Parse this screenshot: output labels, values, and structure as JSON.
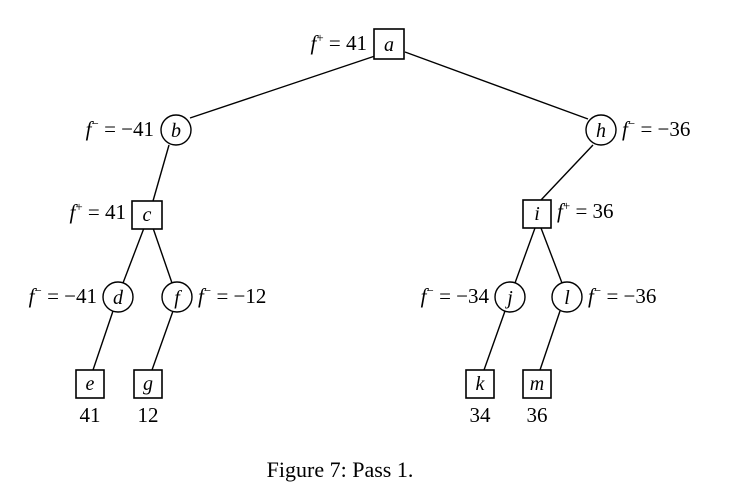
{
  "caption": "Figure 7: Pass 1.",
  "nodes": {
    "a": {
      "label": "a",
      "shape": "square",
      "annotation": {
        "f": "f",
        "sup": "+",
        "rest": " = 41"
      }
    },
    "b": {
      "label": "b",
      "shape": "circle",
      "annotation": {
        "f": "f",
        "sup": "−",
        "rest": " = −41"
      }
    },
    "c": {
      "label": "c",
      "shape": "square",
      "annotation": {
        "f": "f",
        "sup": "+",
        "rest": " = 41"
      }
    },
    "d": {
      "label": "d",
      "shape": "circle",
      "annotation": {
        "f": "f",
        "sup": "−",
        "rest": " = −41"
      }
    },
    "f": {
      "label": "f",
      "shape": "circle",
      "annotation": {
        "f": "f",
        "sup": "−",
        "rest": " = −12"
      }
    },
    "e": {
      "label": "e",
      "shape": "square",
      "value": "41"
    },
    "g": {
      "label": "g",
      "shape": "square",
      "value": "12"
    },
    "h": {
      "label": "h",
      "shape": "circle",
      "annotation": {
        "f": "f",
        "sup": "−",
        "rest": " = −36"
      }
    },
    "i": {
      "label": "i",
      "shape": "square",
      "annotation": {
        "f": "f",
        "sup": "+",
        "rest": " = 36"
      }
    },
    "j": {
      "label": "j",
      "shape": "circle",
      "annotation": {
        "f": "f",
        "sup": "−",
        "rest": " = −34"
      }
    },
    "l": {
      "label": "l",
      "shape": "circle",
      "annotation": {
        "f": "f",
        "sup": "−",
        "rest": " = −36"
      }
    },
    "k": {
      "label": "k",
      "shape": "square",
      "value": "34"
    },
    "m": {
      "label": "m",
      "shape": "square",
      "value": "36"
    }
  },
  "edges": [
    [
      "a",
      "b"
    ],
    [
      "a",
      "h"
    ],
    [
      "b",
      "c"
    ],
    [
      "c",
      "d"
    ],
    [
      "c",
      "f"
    ],
    [
      "d",
      "e"
    ],
    [
      "f",
      "g"
    ],
    [
      "h",
      "i"
    ],
    [
      "i",
      "j"
    ],
    [
      "i",
      "l"
    ],
    [
      "j",
      "k"
    ],
    [
      "l",
      "m"
    ]
  ]
}
